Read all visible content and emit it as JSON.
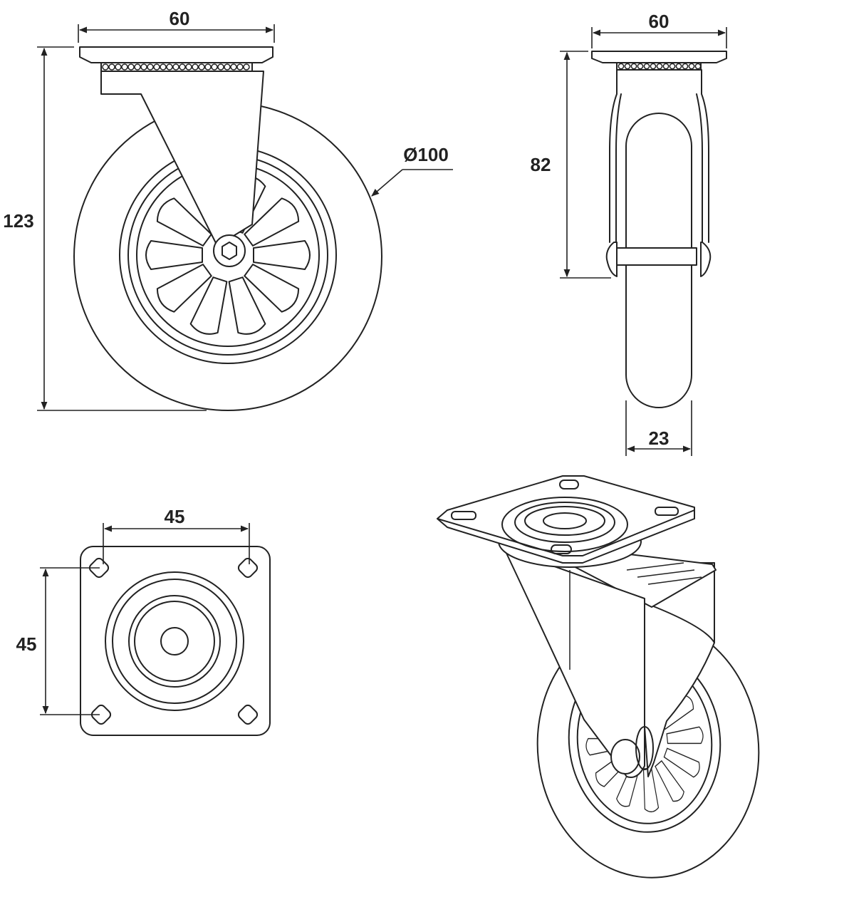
{
  "dimensions": {
    "side_top_width": "60",
    "side_height": "123",
    "wheel_diameter": "Ø100",
    "front_top_width": "60",
    "front_height": "82",
    "wheel_width": "23",
    "plate_hole_spacing_x": "45",
    "plate_hole_spacing_y": "45"
  }
}
